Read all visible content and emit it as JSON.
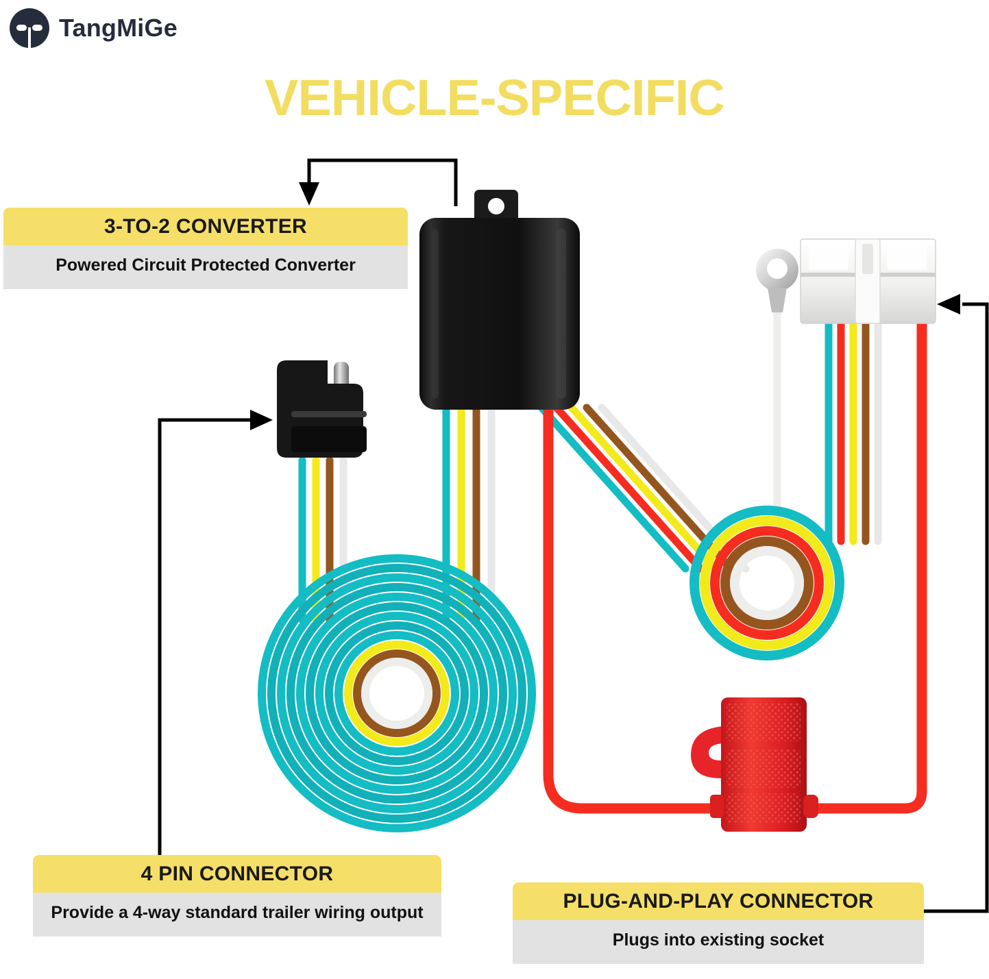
{
  "brand": {
    "name": "TangMiGe",
    "logo_icon": "tangmige-mask-logo-icon"
  },
  "title": "VEHICLE-SPECIFIC",
  "theme": {
    "title_yellow": "#f2dd60",
    "header_yellow": "#f5df68",
    "body_gray": "#e2e2e2",
    "text_black": "#111111",
    "brand_navy": "#252d3c"
  },
  "callouts": [
    {
      "id": "converter",
      "heading": "3-TO-2 CONVERTER",
      "body": "Powered Circuit Protected Converter",
      "points_to": "black converter module"
    },
    {
      "id": "four_pin",
      "heading": "4 PIN CONNECTOR",
      "body": "Provide a 4-way standard trailer wiring output",
      "points_to": "black 4-pin flat connector"
    },
    {
      "id": "plug_and_play",
      "heading": "PLUG-AND-PLAY CONNECTOR",
      "body": "Plugs into existing socket",
      "points_to": "white T-connector"
    }
  ],
  "parts": [
    {
      "name": "converter-module",
      "color": "#141414",
      "description": "black rectangular 3-to-2 powered converter with mounting tab"
    },
    {
      "name": "four-pin-connector",
      "color": "#141414",
      "description": "black 4-way flat trailer connector with metal pin"
    },
    {
      "name": "white-t-connector",
      "color": "#f4f4f2",
      "description": "white plug-and-play vehicle-side socket connector"
    },
    {
      "name": "ring-terminal",
      "color": "#cccccc",
      "description": "silver ground ring terminal on white wire"
    },
    {
      "name": "inline-fuse-holder",
      "color": "#e8242b",
      "description": "red waterproof inline fuse holder on red power wire"
    },
    {
      "name": "left-wire-coil",
      "description": "coiled 4-wire trailer harness, teal outer rings"
    },
    {
      "name": "right-wire-coil",
      "description": "coiled 5-wire vehicle harness, teal/yellow/red/brown/white rings"
    }
  ],
  "wire_colors": {
    "teal": "#14bcc4",
    "yellow": "#f2ea1a",
    "brown": "#94561e",
    "white": "#e8e8e8",
    "red": "#f52d20"
  },
  "icons": {
    "arrow": "arrow-head-icon",
    "leader_line": "leader-line-icon"
  }
}
